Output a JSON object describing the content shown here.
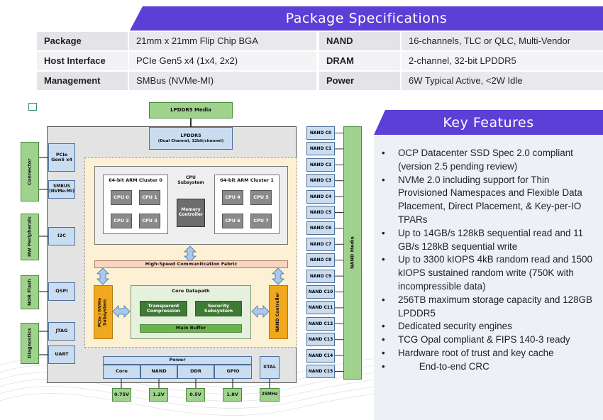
{
  "spec_title": "Package Specifications",
  "specs": [
    {
      "k1": "Package",
      "v1": "21mm x 21mm Flip Chip BGA",
      "k2": "NAND",
      "v2": "16-channels, TLC or QLC, Multi-Vendor"
    },
    {
      "k1": "Host Interface",
      "v1": "PCIe Gen5 x4 (1x4, 2x2)",
      "k2": "DRAM",
      "v2": "2-channel, 32-bit LPDDR5"
    },
    {
      "k1": "Management",
      "v1": "SMBus (NVMe-MI)",
      "k2": "Power",
      "v2": "6W Typical Active, <2W Idle"
    }
  ],
  "features_title": "Key Features",
  "features": [
    "OCP Datacenter SSD Spec 2.0 compliant (version 2.5 pending review)",
    "NVMe 2.0 including support for Thin Provisioned Namespaces and Flexible Data Placement, Direct Placement, & Key-per-IO TPARs",
    "Up to 14GB/s 128kB sequential read and 11 GB/s 128kB sequential write",
    "Up to 3300 kIOPS 4kB random read and 1500 kIOPS sustained random write (750K with incompressible data)",
    "256TB maximum storage capacity and 128GB LPDDR5",
    "Dedicated security engines",
    "TCG Opal compliant & FIPS 140-3 ready",
    "Hardware root of trust and key cache",
    "        End-to-end CRC"
  ],
  "diagram": {
    "lpddr5_media": "LPDDR5 Media",
    "lpddr5": "LPDDR5",
    "lpddr5_sub": "(Dual Channel, 32bit/channel)",
    "connector": "Connector",
    "hw_peripherals": "HW Peripherals",
    "nor_flash": "NOR Flash",
    "diagnostics": "Diagnostics",
    "pcie": "PCIe\nGen5 x4",
    "smbus": "SMBUS\n(NVMe-MI)",
    "i2c": "I2C",
    "qspi": "QSPI",
    "jtag": "JTAG",
    "uart": "UART",
    "cluster0": "64-bit ARM Cluster 0",
    "cluster1": "64-bit ARM Cluster 1",
    "cpu_subsystem": "CPU\nSubsystem",
    "memory_controller": "Memory\nController",
    "cpus": [
      "CPU 0",
      "CPU 1",
      "CPU 2",
      "CPU 3",
      "CPU 4",
      "CPU 5",
      "CPU 6",
      "CPU 7"
    ],
    "fabric": "High-Speed Communitcation Fabric",
    "core_datapath": "Core Datapath",
    "transparent_compression": "Transparent\nCompression",
    "security_subsystem": "Security\nSubsystem",
    "main_buffer": "Main Buffer",
    "pcie_nvme": "PCIe / NVMe\nSubsystem",
    "nand_controller": "NAND Controller",
    "power": "Power",
    "power_rails": [
      "Core",
      "NAND",
      "DDR",
      "GPIO"
    ],
    "xtal": "XTAL",
    "voltages": [
      "0.75V",
      "1.2V",
      "0.5V",
      "1.8V",
      "25MHz"
    ],
    "nand_channels": [
      "NAND C0",
      "NAND C1",
      "NAND C2",
      "NAND C3",
      "NAND C4",
      "NAND C5",
      "NAND C6",
      "NAND C7",
      "NAND C8",
      "NAND C9",
      "NAND C10",
      "NAND C11",
      "NAND C12",
      "NAND C13",
      "NAND C14",
      "NAND C15"
    ],
    "nand_media": "NAND Media"
  }
}
